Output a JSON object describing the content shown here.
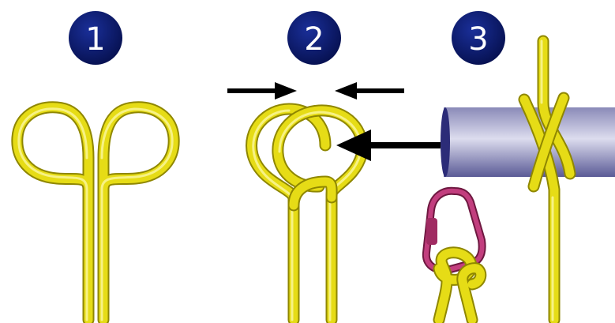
{
  "steps": [
    {
      "label": "1"
    },
    {
      "label": "2"
    },
    {
      "label": "3"
    }
  ],
  "colors": {
    "rope": "#e6dc16",
    "rope_shadow": "#8f8700",
    "rope_highlight": "#fbf7a0",
    "badge": "#0b1a6b",
    "pole_top": "#c9c9e4",
    "pole_bottom": "#55558f",
    "carabiner": "#b0306c",
    "arrow": "#000000"
  },
  "icons": {
    "arrow": "arrow-icon",
    "pole": "pole-icon",
    "carabiner": "carabiner-icon"
  }
}
